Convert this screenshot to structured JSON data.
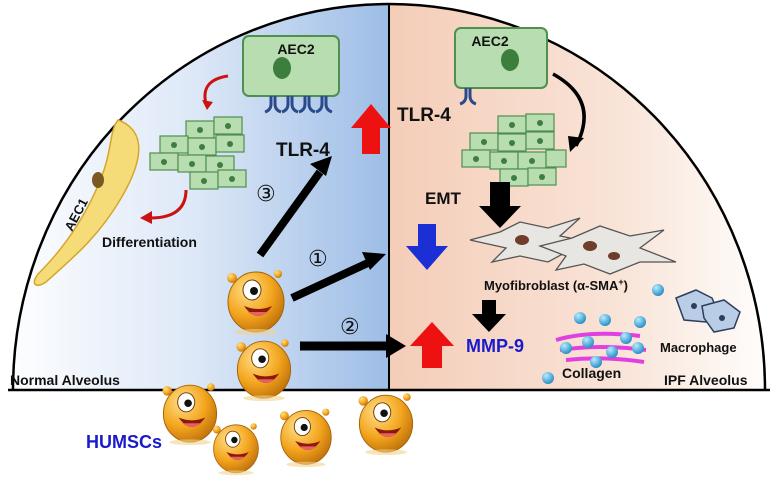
{
  "labels": {
    "aec2_left": "AEC2",
    "aec2_right": "AEC2",
    "aec1": "AEC1",
    "tlr4_left": "TLR-4",
    "tlr4_right": "TLR-4",
    "differentiation": "Differentiation",
    "emt": "EMT",
    "myofibroblast": "Myofibroblast (α-SMA",
    "myofibroblast_sup": "+",
    "myofibroblast_close": ")",
    "mmp9": "MMP-9",
    "macrophage": "Macrophage",
    "collagen": "Collagen",
    "normal_alveolus": "Normal Alveolus",
    "ipf_alveolus": "IPF Alveolus",
    "humscs": "HUMSCs"
  },
  "pathways": [
    {
      "marker": "③"
    },
    {
      "marker": "①"
    },
    {
      "marker": "②"
    }
  ],
  "colors": {
    "normal_bg": "#cddcf2",
    "ipf_bg": "#f6ddd0",
    "cell_green": "#b8ddb0",
    "cell_border": "#4f8f4f",
    "nucleus": "#3d7d3d",
    "up_arrow": "#ff1a1a",
    "down_arrow": "#1c2fd4",
    "mmp9_text": "#1a1acc",
    "humscs_text": "#1a1acc",
    "collagen": "#e040e0",
    "bead": "#29a8dc",
    "humsc_body": "#f0a21c"
  }
}
